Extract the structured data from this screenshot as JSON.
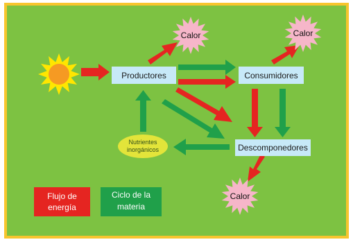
{
  "colors": {
    "background": "#7dc242",
    "border": "#f7c52e",
    "energy": "#e52521",
    "matter": "#20a04a",
    "box": "#c7e9f8",
    "star": "#f6b6c9",
    "nutrients": "#e3e43a",
    "sun_core": "#f59a23",
    "sun_rays": "#ffe600"
  },
  "nodes": {
    "productores": "Productores",
    "consumidores": "Consumidores",
    "descomponedores": "Descomponedores",
    "nutrientes_line1": "Nutrientes",
    "nutrientes_line2": "inorgánicos"
  },
  "calor": {
    "top_left": "Calor",
    "top_right": "Calor",
    "bottom": "Calor"
  },
  "legend": {
    "energy_line1": "Flujo de",
    "energy_line2": "energía",
    "matter_line1": "Ciclo de la",
    "matter_line2": "materia"
  },
  "icons": {
    "sun": "sun-icon",
    "heat": "heat-starburst-icon"
  }
}
